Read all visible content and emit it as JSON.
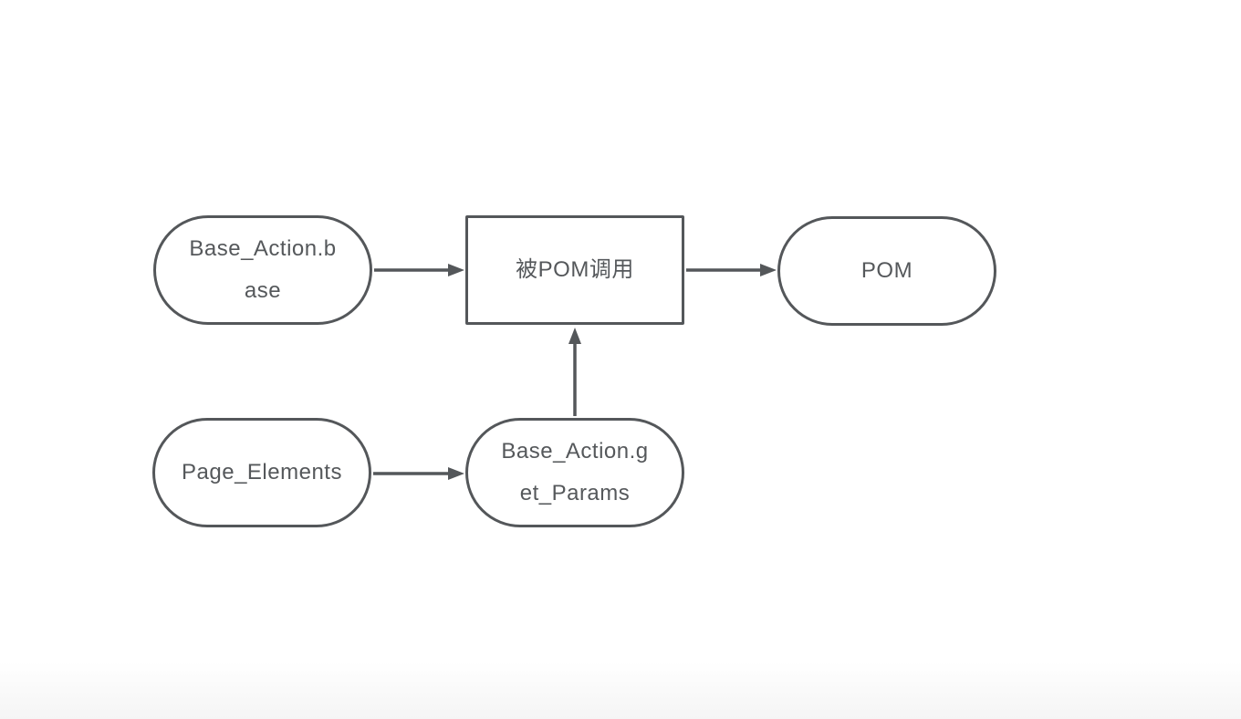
{
  "diagram": {
    "background_color": "#ffffff",
    "stroke_color": "#54575a",
    "text_color": "#55585b",
    "nodes": {
      "base_action_base": {
        "shape": "stadium",
        "label": "Base_Action.base",
        "line1": "Base_Action.b",
        "line2": "ase"
      },
      "called_by_pom": {
        "shape": "rectangle",
        "label": "被POM调用",
        "line1": "被POM调用"
      },
      "pom": {
        "shape": "stadium",
        "label": "POM",
        "line1": "POM"
      },
      "page_elements": {
        "shape": "stadium",
        "label": "Page_Elements",
        "line1": "Page_Elements"
      },
      "base_action_get_params": {
        "shape": "stadium",
        "label": "Base_Action.get_Params",
        "line1": "Base_Action.g",
        "line2": "et_Params"
      }
    },
    "edges": [
      {
        "from": "base_action_base",
        "to": "called_by_pom",
        "direction": "right"
      },
      {
        "from": "called_by_pom",
        "to": "pom",
        "direction": "right"
      },
      {
        "from": "base_action_get_params",
        "to": "called_by_pom",
        "direction": "up"
      },
      {
        "from": "page_elements",
        "to": "base_action_get_params",
        "direction": "right"
      }
    ]
  }
}
